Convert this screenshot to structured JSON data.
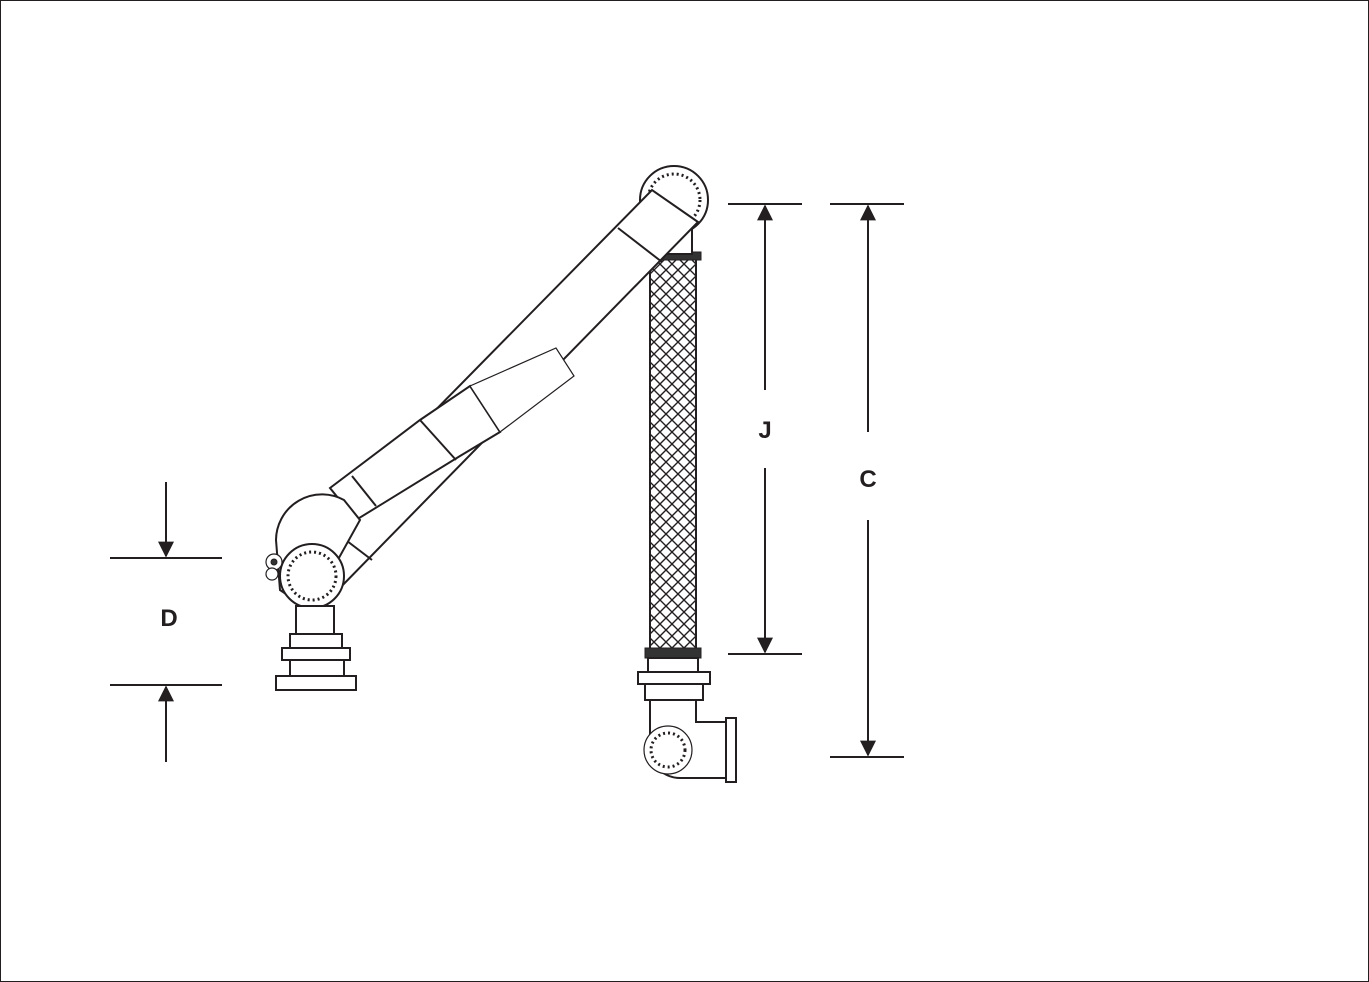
{
  "labels": {
    "d": "D",
    "j": "J",
    "c": "C"
  },
  "colors": {
    "line": "#231f20",
    "background": "#ffffff",
    "frame": "#231f20"
  }
}
